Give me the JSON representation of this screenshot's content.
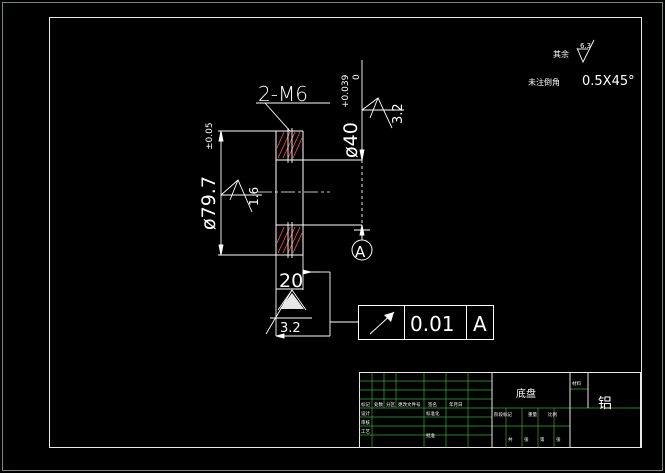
{
  "colors": {
    "background": "#000000",
    "outer_frame": "#7a8a7a",
    "line": "#ffffff",
    "hatch": "#ff5050",
    "center_line": "#ffffff",
    "title_grid": "#33aa33"
  },
  "notes": {
    "surface_label": "其余",
    "surface_value": "6.3",
    "chamfer_text": "未注倒角",
    "chamfer_value": "0.5X45°"
  },
  "dims": {
    "thread": "2-M6",
    "bore": "ø40",
    "bore_tol_upper": "+0.039",
    "bore_tol_lower": "0",
    "rough_bore": "3.2",
    "outer": "ø79.7",
    "outer_tol": "±0.05",
    "rough_outer": "1.6",
    "thickness": "20",
    "rough_face": "3.2"
  },
  "datum": {
    "label": "A"
  },
  "fcf": {
    "tolerance": "0.01",
    "datum": "A"
  },
  "title_block": {
    "part_name": "底盘",
    "material": "铝",
    "cells": [
      "标记",
      "处数",
      "分区",
      "更改文件号",
      "签名",
      "年月日",
      "设计",
      "标准化",
      "审核",
      "工艺",
      "批准",
      "阶段标记",
      "重量",
      "比例",
      "共",
      "张",
      "第",
      "张",
      "材料"
    ]
  }
}
